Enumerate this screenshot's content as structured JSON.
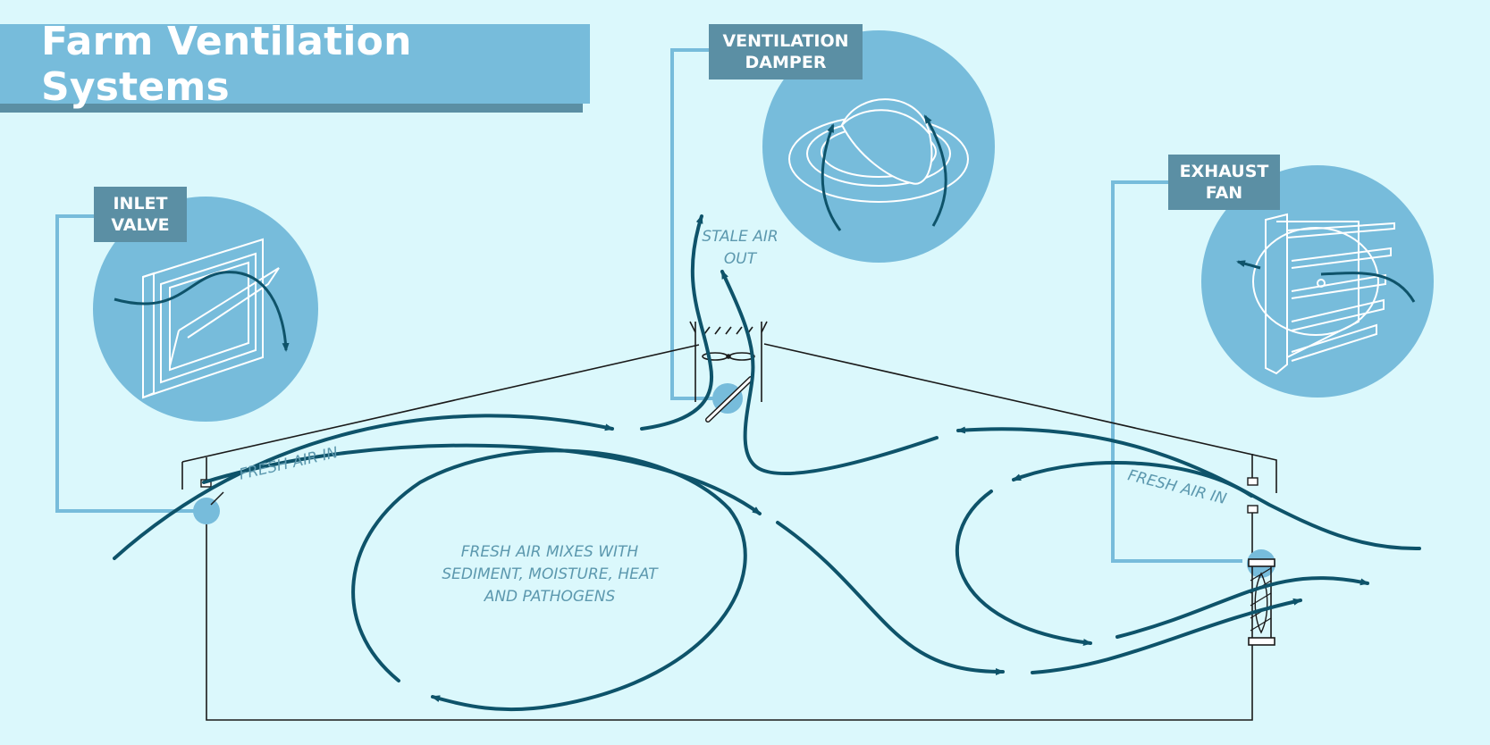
{
  "title": "Farm Ventilation Systems",
  "callouts": {
    "inlet_valve": "INLET\nVALVE",
    "ventilation_damper": "VENTILATION\nDAMPER",
    "exhaust_fan": "EXHAUST\nFAN"
  },
  "annotations": {
    "stale_air_out": "STALE AIR\nOUT",
    "fresh_air_in_left": "FRESH AIR IN",
    "fresh_air_in_right": "FRESH AIR IN",
    "fresh_air_mixes": "FRESH AIR MIXES WITH\nSEDIMENT, MOISTURE, HEAT\nAND PATHOGENS"
  },
  "colors": {
    "background": "#dbf8fc",
    "accent": "#77bcdb",
    "tag": "#5b8fa4",
    "arrow": "#0e536a",
    "text_note": "#5c98ae",
    "outline": "#1a1a1a"
  }
}
